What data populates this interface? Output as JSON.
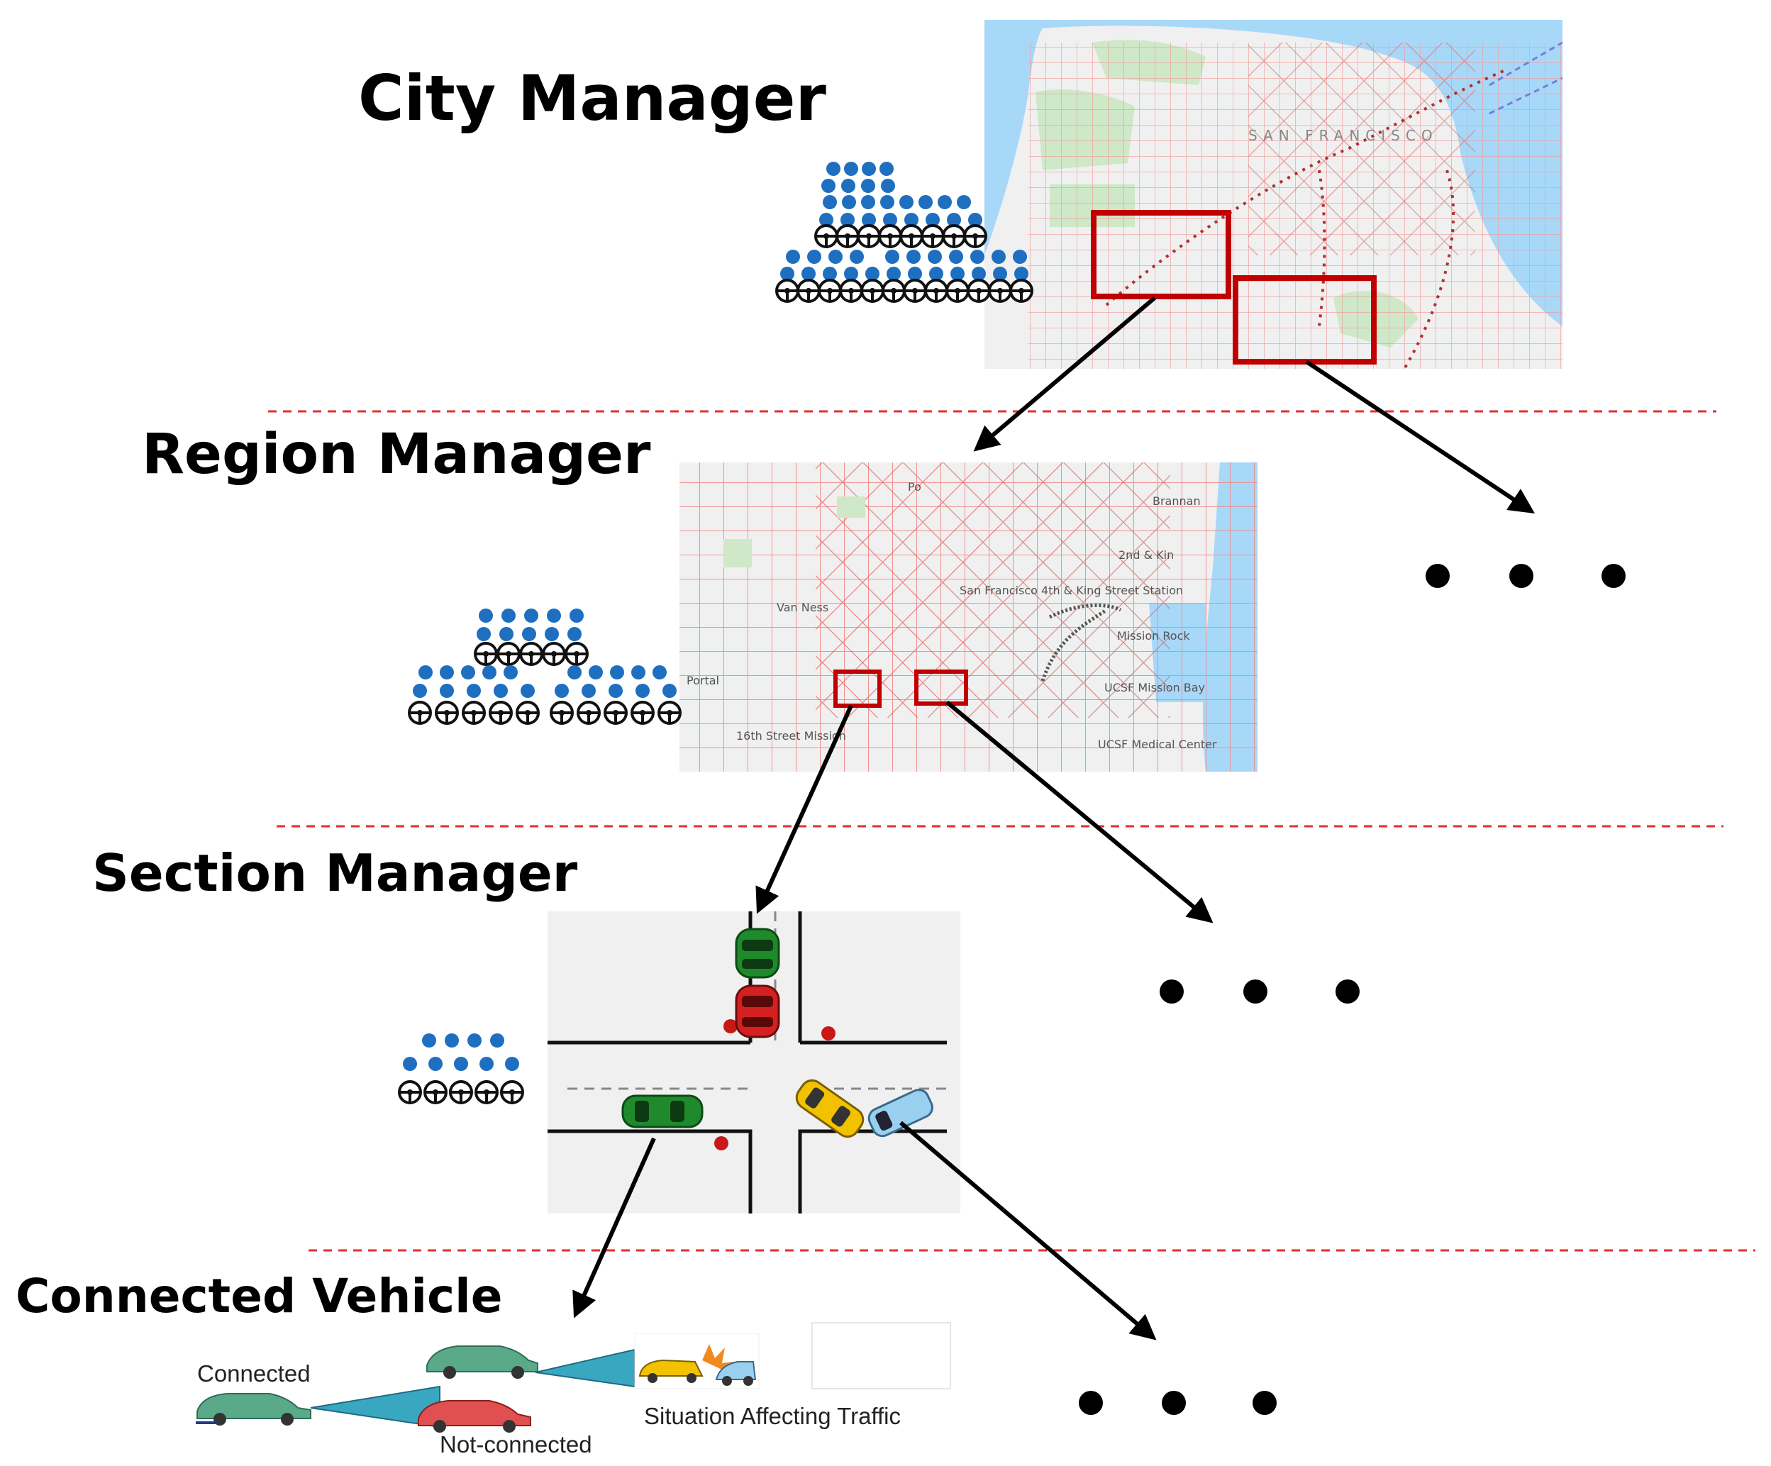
{
  "levels": {
    "city": {
      "title": "City Manager",
      "map_label": "SAN FRANCISCO"
    },
    "region": {
      "title": "Region Manager",
      "map_labels": [
        "Po",
        "Brannan",
        "2nd & Kin",
        "San Francisco 4th & King Street Station",
        "Van Ness",
        "Mission Rock",
        "Portal",
        "UCSF Mission Bay",
        "16th Street Mission",
        "UCSF Medical Center"
      ]
    },
    "section": {
      "title": "Section Manager"
    },
    "vehicle": {
      "title": "Connected Vehicle",
      "legend": {
        "connected": "Connected",
        "not_connected": "Not-connected",
        "situation": "Situation  Affecting Traffic"
      }
    }
  },
  "continuation_marker": "• • •",
  "colors": {
    "highlight_box": "#c00000",
    "separator": "#e03030",
    "crowd_dot": "#1f6fc0",
    "street_red": "#e06666",
    "water": "#a8d8f8",
    "land": "#f0f0f0",
    "park": "#cfe8c8",
    "car_green": "#1e8a2c",
    "car_red": "#d42020",
    "car_yellow": "#f2c200",
    "car_blue": "#9ad0ef",
    "car_teal": "#5aaa8a",
    "car_salmon": "#e05050",
    "beam": "#3aa7c0"
  },
  "icons": [
    "crowd-icon",
    "steering-wheel-icon",
    "car-icon",
    "crash-icon",
    "arrow-icon"
  ]
}
